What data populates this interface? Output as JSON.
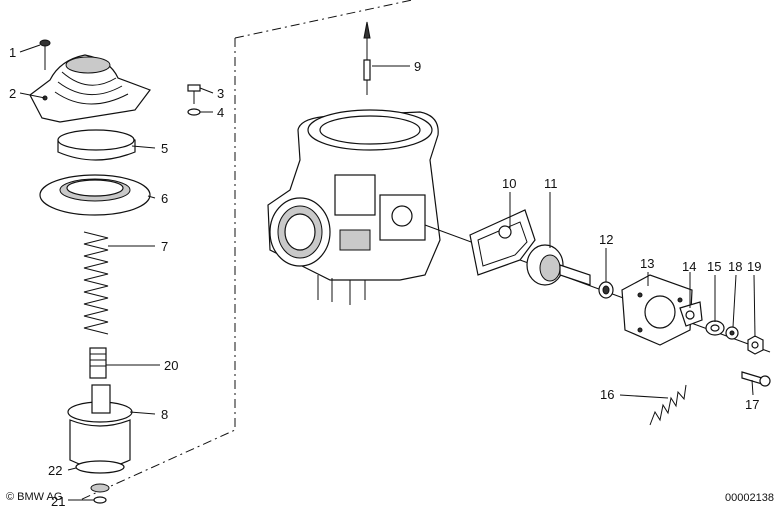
{
  "diagram": {
    "callouts": [
      "1",
      "2",
      "3",
      "4",
      "5",
      "6",
      "7",
      "8",
      "9",
      "10",
      "11",
      "12",
      "13",
      "14",
      "15",
      "16",
      "17",
      "18",
      "19",
      "20",
      "21",
      "22"
    ],
    "copyright": "© BMW AG",
    "drawing_number": "00002138"
  }
}
